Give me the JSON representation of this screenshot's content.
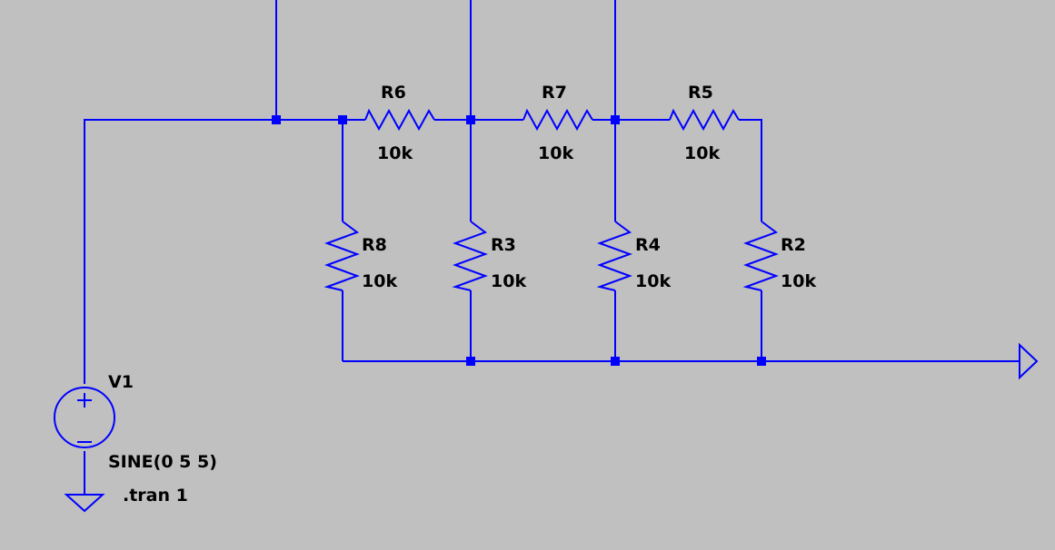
{
  "schematic": {
    "colors": {
      "background": "#C0C0C0",
      "wire": "#0000FF",
      "text": "#000000"
    },
    "resistors": {
      "r6": {
        "name": "R6",
        "value": "10k"
      },
      "r7": {
        "name": "R7",
        "value": "10k"
      },
      "r5": {
        "name": "R5",
        "value": "10k"
      },
      "r8": {
        "name": "R8",
        "value": "10k"
      },
      "r3": {
        "name": "R3",
        "value": "10k"
      },
      "r4": {
        "name": "R4",
        "value": "10k"
      },
      "r2": {
        "name": "R2",
        "value": "10k"
      }
    },
    "source": {
      "name": "V1",
      "value": "SINE(0 5 5)"
    },
    "directive": ".tran 1"
  }
}
